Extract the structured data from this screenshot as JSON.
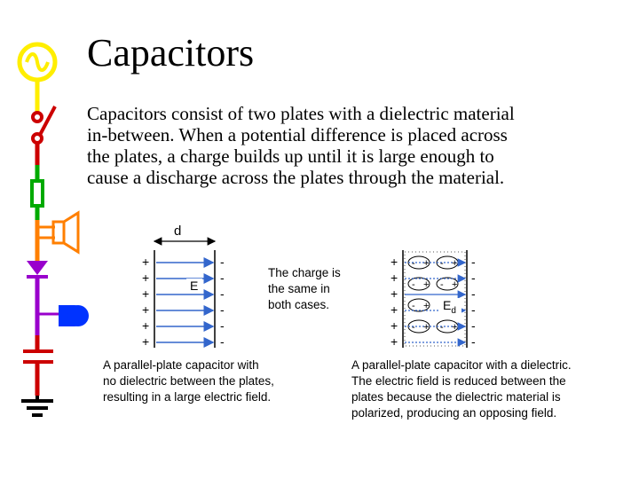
{
  "slide": {
    "title": "Capacitors",
    "body_lines": [
      "Capacitors consist of two plates with a dielectric material",
      "in-between.  When a potential difference is placed across",
      "the plates, a charge builds up until it is large enough to",
      "cause a discharge across the plates through the material."
    ]
  },
  "decor": {
    "icons": [
      "ac-source-icon",
      "switch-icon",
      "resistor-icon",
      "speaker-icon",
      "diode-icon",
      "lamp-icon",
      "capacitor-icon",
      "ground-icon"
    ],
    "colors": {
      "yellow": "#ffee00",
      "red": "#cc0000",
      "green": "#00aa00",
      "orange": "#ff7f00",
      "purple": "#9900cc",
      "blue": "#0033ff",
      "crimson": "#cc0000"
    }
  },
  "diagram": {
    "left": {
      "gap_label": "d",
      "field_label": "E",
      "plus_signs": [
        "+",
        "+",
        "+",
        "+",
        "+",
        "+"
      ],
      "minus_signs": [
        "-",
        "-",
        "-",
        "-",
        "-",
        "-"
      ],
      "caption_lines": [
        "A parallel-plate capacitor with",
        "no dielectric between the plates,",
        "resulting in a large electric field."
      ]
    },
    "middle": {
      "note_lines": [
        "The charge is",
        "the same in",
        "both cases."
      ]
    },
    "right": {
      "field_label": "E",
      "field_subscript": "d",
      "plus_signs": [
        "+",
        "+",
        "+",
        "+",
        "+",
        "+"
      ],
      "minus_signs": [
        "-",
        "-",
        "-",
        "-",
        "-",
        "-"
      ],
      "dipole_plus": "+",
      "dipole_minus": "-",
      "caption_lines": [
        "A parallel-plate capacitor with a dielectric.",
        "The electric field is reduced between the",
        "plates because the dielectric material is",
        "polarized, producing an opposing field."
      ]
    },
    "field_color": "#3366cc"
  }
}
